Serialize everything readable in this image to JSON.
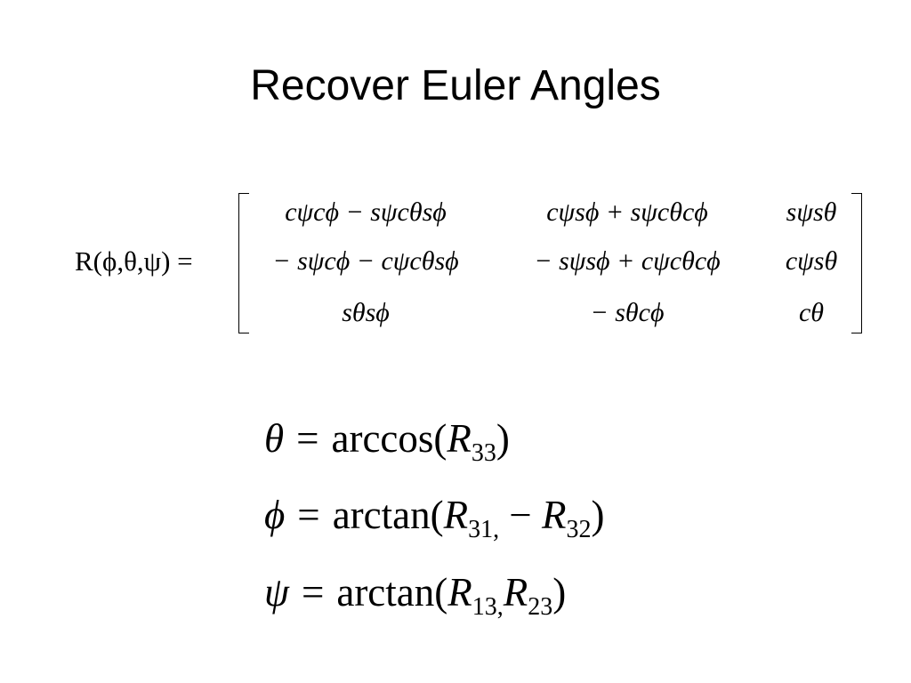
{
  "slide": {
    "title": "Recover Euler Angles"
  },
  "matrix_equation": {
    "lhs": "R(ϕ,θ,ψ) =",
    "rows": [
      [
        "cψcϕ − sψcθsϕ",
        "cψsϕ + sψcθcϕ",
        "sψsθ"
      ],
      [
        "− sψcϕ − cψcθsϕ",
        "− sψsϕ + cψcθcϕ",
        "cψsθ"
      ],
      [
        "sθsϕ",
        "− sθcϕ",
        "cθ"
      ]
    ]
  },
  "formulas": [
    {
      "var": "θ",
      "eq": "=",
      "fn": "arccos(",
      "args": [
        {
          "R": "R",
          "sub": "33"
        }
      ],
      "close": ")"
    },
    {
      "var": "ϕ",
      "eq": "=",
      "fn": "arctan(",
      "args": [
        {
          "R": "R",
          "sub": "31,"
        },
        {
          "pre": " − ",
          "R": "R",
          "sub": "32"
        }
      ],
      "close": ")"
    },
    {
      "var": "ψ",
      "eq": "=",
      "fn": "arctan(",
      "args": [
        {
          "R": "R",
          "sub": "13,"
        },
        {
          "R": "R",
          "sub": "23"
        }
      ],
      "close": ")"
    }
  ]
}
